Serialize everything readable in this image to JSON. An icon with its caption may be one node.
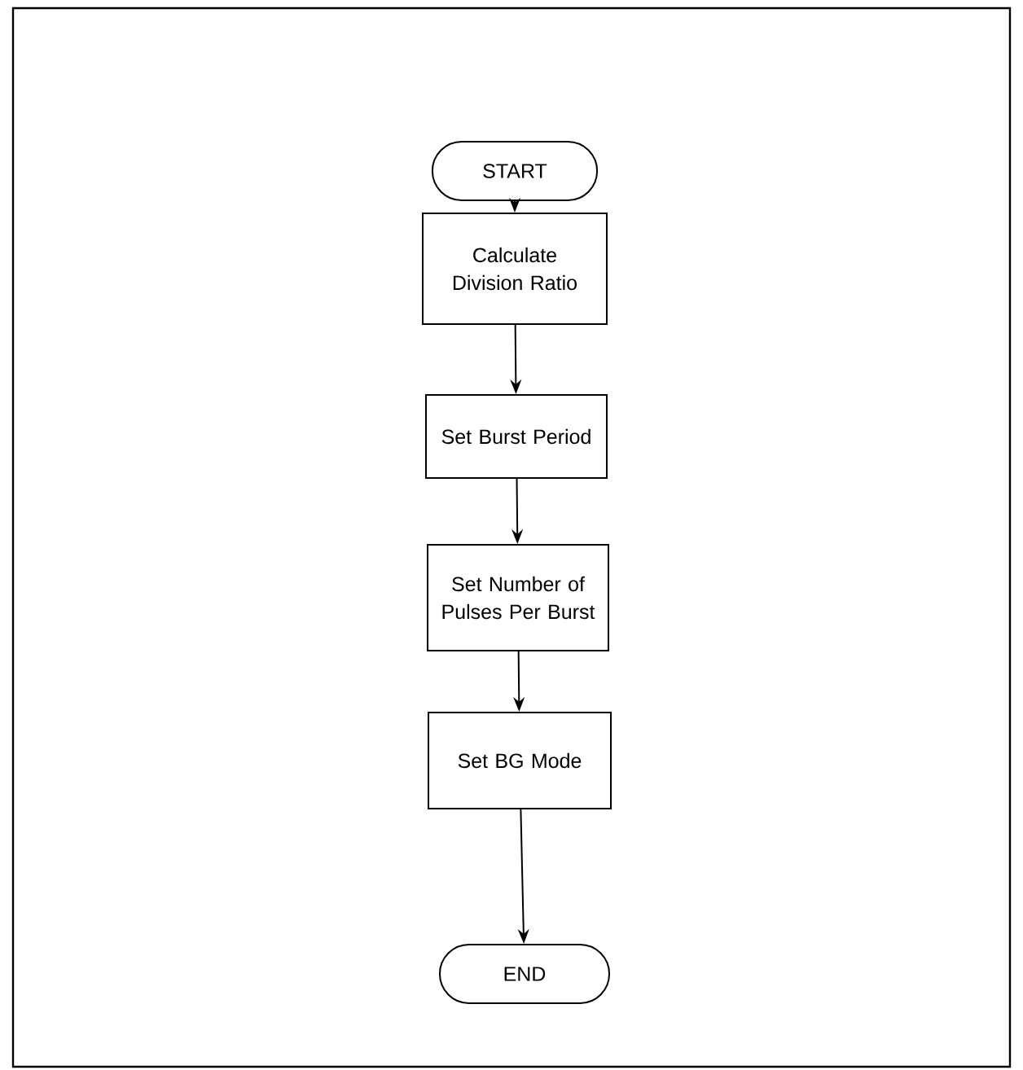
{
  "diagram": {
    "nodes": [
      {
        "text": [
          "START"
        ]
      },
      {
        "text": [
          "Calculate Division Ratio"
        ]
      },
      {
        "text": [
          "Set Burst Period"
        ]
      },
      {
        "text": [
          "Set Number of Pulses Per Burst"
        ]
      },
      {
        "text": [
          "Set BG Mode"
        ]
      },
      {
        "text": [
          "END"
        ]
      }
    ],
    "edges": [
      {
        "from": 0,
        "to": 1,
        "arrow": "to"
      },
      {
        "from": 1,
        "to": 2,
        "arrow": "to"
      },
      {
        "from": 2,
        "to": 3,
        "arrow": "to"
      },
      {
        "from": 3,
        "to": 4,
        "arrow": "to"
      },
      {
        "from": 4,
        "to": 5,
        "arrow": "to"
      }
    ]
  }
}
